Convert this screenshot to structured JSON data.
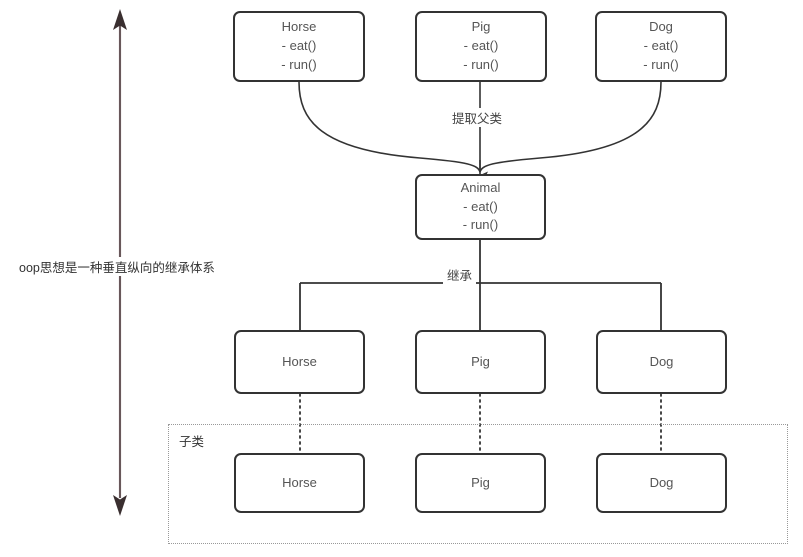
{
  "diagram": {
    "axis": {
      "caption": "oop思想是一种垂直纵向的继承体系",
      "arrow_color": "#3a2f30",
      "direction": "double-vertical"
    },
    "labels": {
      "extract_parent": "提取父类",
      "inherit": "继承",
      "subclass_group": "子类"
    },
    "colors": {
      "box_border": "#333333",
      "line": "#333333",
      "text": "#555555",
      "group_border": "#999999",
      "background": "#ffffff"
    },
    "top_row": [
      {
        "title": "Horse",
        "methods": [
          "- eat()",
          "- run()"
        ]
      },
      {
        "title": "Pig",
        "methods": [
          "- eat()",
          "- run()"
        ]
      },
      {
        "title": "Dog",
        "methods": [
          "- eat()",
          "- run()"
        ]
      }
    ],
    "parent": {
      "title": "Animal",
      "methods": [
        "- eat()",
        "- run()"
      ]
    },
    "middle_row": [
      {
        "title": "Horse"
      },
      {
        "title": "Pig"
      },
      {
        "title": "Dog"
      }
    ],
    "bottom_row": [
      {
        "title": "Horse"
      },
      {
        "title": "Pig"
      },
      {
        "title": "Dog"
      }
    ]
  }
}
